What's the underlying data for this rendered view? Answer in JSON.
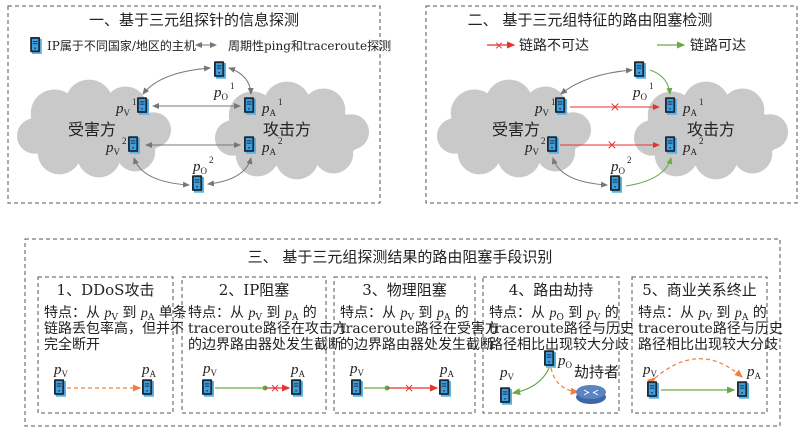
{
  "colors": {
    "probe": "#777777",
    "unreachable": "#e8322f",
    "reachable": "#6aaa46",
    "loss": "#f08040",
    "cloud": "#c9c9ca",
    "host": "#3d9ee0",
    "hijacker": "#5b84c4"
  },
  "panel1": {
    "title": "一、基于三元组探针的信息探测",
    "legend": {
      "host": "IP属于不同国家/地区的主机",
      "probe": "周期性ping和traceroute探测"
    },
    "victim": "受害方",
    "attacker": "攻击方",
    "nodes": {
      "pO1": {
        "p": "p",
        "sub": "O",
        "sup": "1"
      },
      "pV1": {
        "p": "p",
        "sub": "V",
        "sup": "1"
      },
      "pA1": {
        "p": "p",
        "sub": "A",
        "sup": "1"
      },
      "pV2": {
        "p": "p",
        "sub": "V",
        "sup": "2"
      },
      "pA2": {
        "p": "p",
        "sub": "A",
        "sup": "2"
      },
      "pO2": {
        "p": "p",
        "sub": "O",
        "sup": "2"
      }
    }
  },
  "panel2": {
    "title": "二、 基于三元组特征的路由阻塞检测",
    "legend": {
      "unreachable": "链路不可达",
      "reachable": "链路可达"
    },
    "victim": "受害方",
    "attacker": "攻击方"
  },
  "panel3": {
    "title": "三、 基于三元组探测结果的路由阻塞手段识别",
    "hijacker": "劫持者",
    "cases": [
      {
        "title": "1、DDoS攻击",
        "lines": [
          [
            {
              "t": "特点：从 "
            },
            {
              "p": "V"
            },
            {
              "t": " 到 "
            },
            {
              "p": "A"
            },
            {
              "t": " 单条"
            }
          ],
          [
            {
              "t": "链路丢包率高，但并不"
            }
          ],
          [
            {
              "t": "完全断开"
            }
          ]
        ]
      },
      {
        "title": "2、IP阻塞",
        "lines": [
          [
            {
              "t": "特点：从 "
            },
            {
              "p": "V"
            },
            {
              "t": " 到 "
            },
            {
              "p": "A"
            },
            {
              "t": " 的"
            }
          ],
          [
            {
              "t": "traceroute路径在攻击方"
            }
          ],
          [
            {
              "t": "的边界路由器处发生截断"
            }
          ]
        ]
      },
      {
        "title": "3、物理阻塞",
        "lines": [
          [
            {
              "t": "特点：从 "
            },
            {
              "p": "V"
            },
            {
              "t": " 到 "
            },
            {
              "p": "A"
            },
            {
              "t": " 的"
            }
          ],
          [
            {
              "t": "traceroute路径在受害方"
            }
          ],
          [
            {
              "t": "的边界路由器处发生截断"
            }
          ]
        ]
      },
      {
        "title": "4、路由劫持",
        "lines": [
          [
            {
              "t": "特点：从 "
            },
            {
              "p": "O"
            },
            {
              "t": " 到 "
            },
            {
              "p": "V"
            },
            {
              "t": " 的"
            }
          ],
          [
            {
              "t": "traceroute路径与历史"
            }
          ],
          [
            {
              "t": "路径相比出现较大分歧"
            }
          ]
        ]
      },
      {
        "title": "5、商业关系终止",
        "lines": [
          [
            {
              "t": "特点：从 "
            },
            {
              "p": "V"
            },
            {
              "t": " 到 "
            },
            {
              "p": "A"
            },
            {
              "t": " 的"
            }
          ],
          [
            {
              "t": "traceroute路径与历史"
            }
          ],
          [
            {
              "t": "路径相比出现较大分歧"
            }
          ]
        ]
      }
    ],
    "node_labels": {
      "p": "p",
      "V": "V",
      "A": "A",
      "O": "O"
    }
  }
}
